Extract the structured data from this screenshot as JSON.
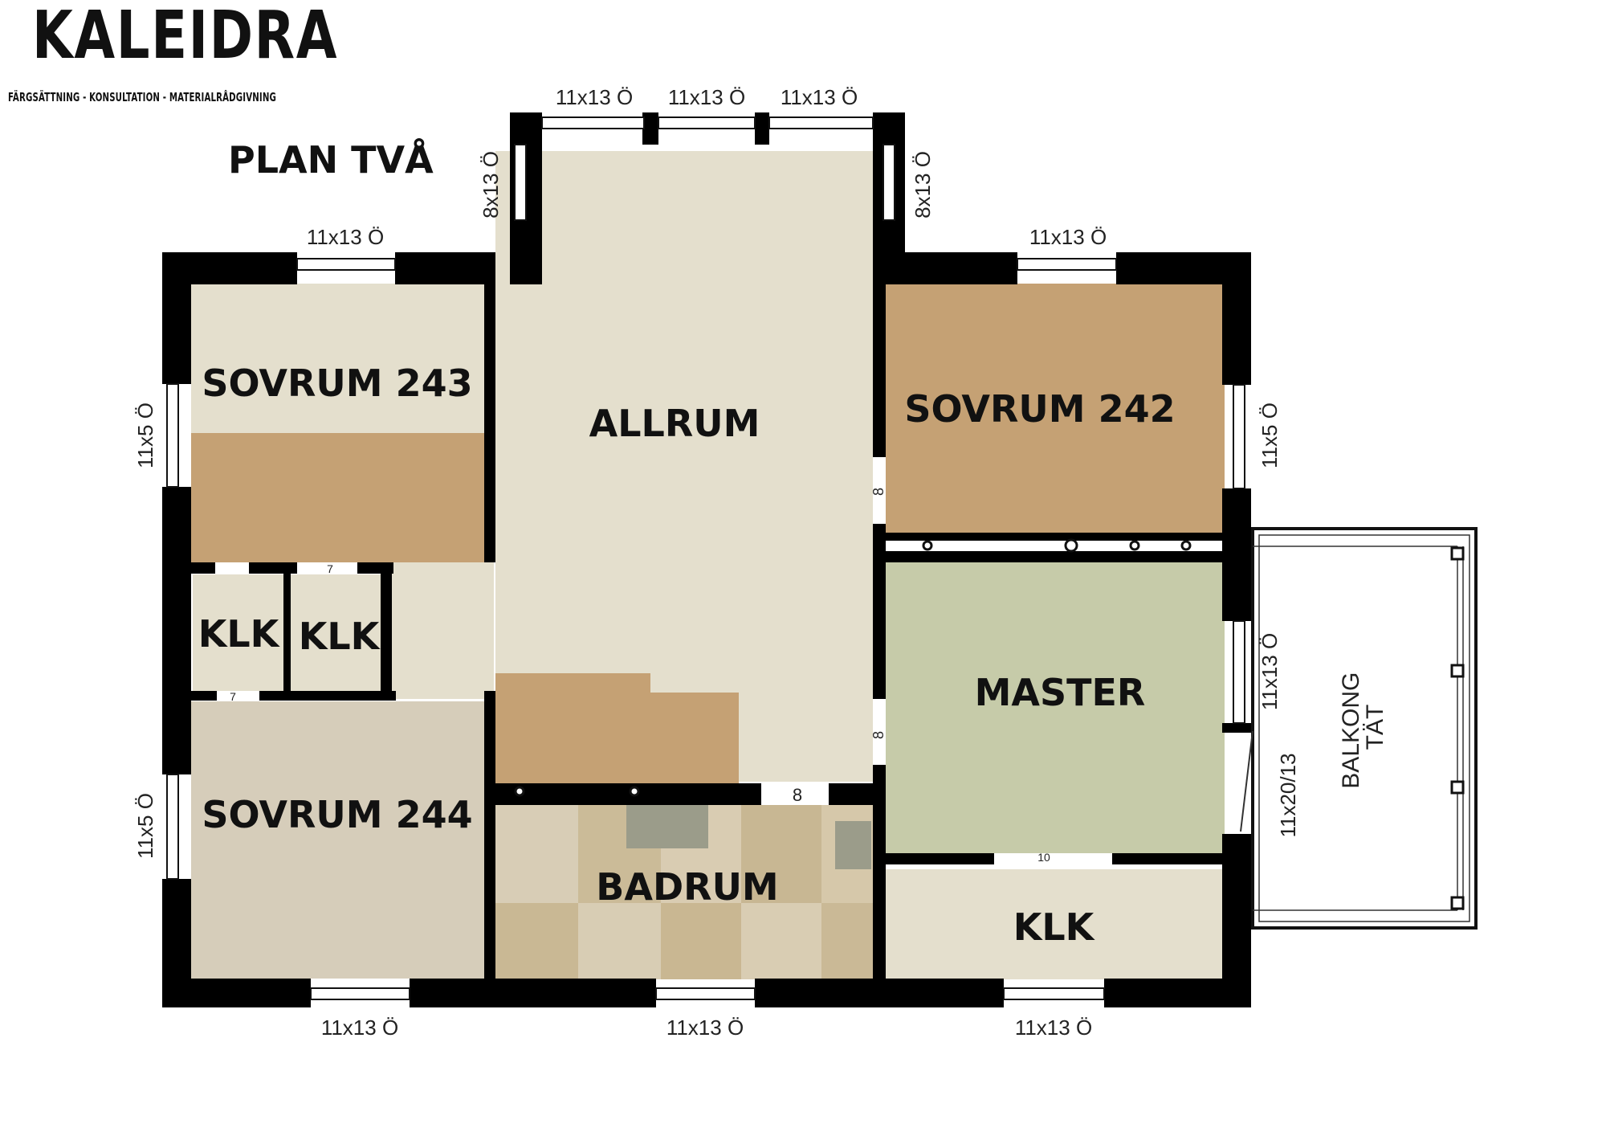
{
  "brand": {
    "name": "KALEIDRA",
    "tagline": "FÄRGSÄTTNING - KONSULTATION - MATERIALRÅDGIVNING"
  },
  "plan_title": "PLAN TVÅ",
  "rooms": {
    "sovrum_243": "SOVRUM 243",
    "allrum": "ALLRUM",
    "sovrum_242": "SOVRUM 242",
    "klk_left": "KLK",
    "klk_mid": "KLK",
    "master": "MASTER",
    "sovrum_244": "SOVRUM 244",
    "badrum": "BADRUM",
    "klk_right": "KLK",
    "balkong_line1": "BALKONG",
    "balkong_line2": "TÄT"
  },
  "window_labels": {
    "top_1": "11x13 Ö",
    "top_2": "11x13 Ö",
    "top_3": "11x13 Ö",
    "bay_left": "8x13 Ö",
    "bay_right": "8x13 Ö",
    "sovrum_243_top": "11x13 Ö",
    "sovrum_242_top": "11x13 Ö",
    "left_upper": "11x5 Ö",
    "left_lower": "11x5 Ö",
    "right_upper": "11x5 Ö",
    "master_right": "11x13 Ö",
    "balcony_door": "11x20/13",
    "bottom_1": "11x13 Ö",
    "bottom_2": "11x13 Ö",
    "bottom_3": "11x13 Ö"
  },
  "door_marks": {
    "badrum_door": "8",
    "allrum_right_upper": "8",
    "allrum_right_lower": "8",
    "klk_door_top": "7",
    "klk_door_bottom": "7",
    "master_bottom": "10"
  },
  "colors": {
    "light_beige": "#e4dfcd",
    "tan": "#c5a174",
    "sage": "#c6cba9",
    "greige": "#d6cdba",
    "wall": "#000000"
  }
}
